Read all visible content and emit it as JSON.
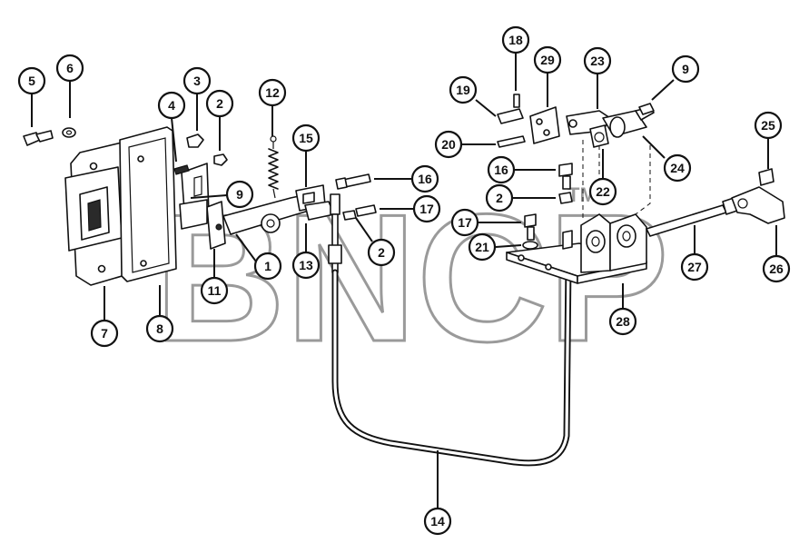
{
  "watermark": {
    "text": "BNCP",
    "mark": "TM",
    "color": "#9a9a9a"
  },
  "callouts": [
    {
      "id": "c5",
      "label": "5"
    },
    {
      "id": "c6",
      "label": "6"
    },
    {
      "id": "c3",
      "label": "3"
    },
    {
      "id": "c4",
      "label": "4"
    },
    {
      "id": "c2a",
      "label": "2"
    },
    {
      "id": "c12",
      "label": "12"
    },
    {
      "id": "c15",
      "label": "15"
    },
    {
      "id": "c9a",
      "label": "9"
    },
    {
      "id": "c1",
      "label": "1"
    },
    {
      "id": "c11",
      "label": "11"
    },
    {
      "id": "c13",
      "label": "13"
    },
    {
      "id": "c16a",
      "label": "16"
    },
    {
      "id": "c17a",
      "label": "17"
    },
    {
      "id": "c2b",
      "label": "2"
    },
    {
      "id": "c7",
      "label": "7"
    },
    {
      "id": "c8",
      "label": "8"
    },
    {
      "id": "c14",
      "label": "14"
    },
    {
      "id": "c18",
      "label": "18"
    },
    {
      "id": "c19",
      "label": "19"
    },
    {
      "id": "c29",
      "label": "29"
    },
    {
      "id": "c23",
      "label": "23"
    },
    {
      "id": "c9b",
      "label": "9"
    },
    {
      "id": "c20",
      "label": "20"
    },
    {
      "id": "c24",
      "label": "24"
    },
    {
      "id": "c22",
      "label": "22"
    },
    {
      "id": "c16b",
      "label": "16"
    },
    {
      "id": "c2c",
      "label": "2"
    },
    {
      "id": "c17b",
      "label": "17"
    },
    {
      "id": "c21",
      "label": "21"
    },
    {
      "id": "c25",
      "label": "25"
    },
    {
      "id": "c27",
      "label": "27"
    },
    {
      "id": "c26",
      "label": "26"
    },
    {
      "id": "c28",
      "label": "28"
    }
  ]
}
